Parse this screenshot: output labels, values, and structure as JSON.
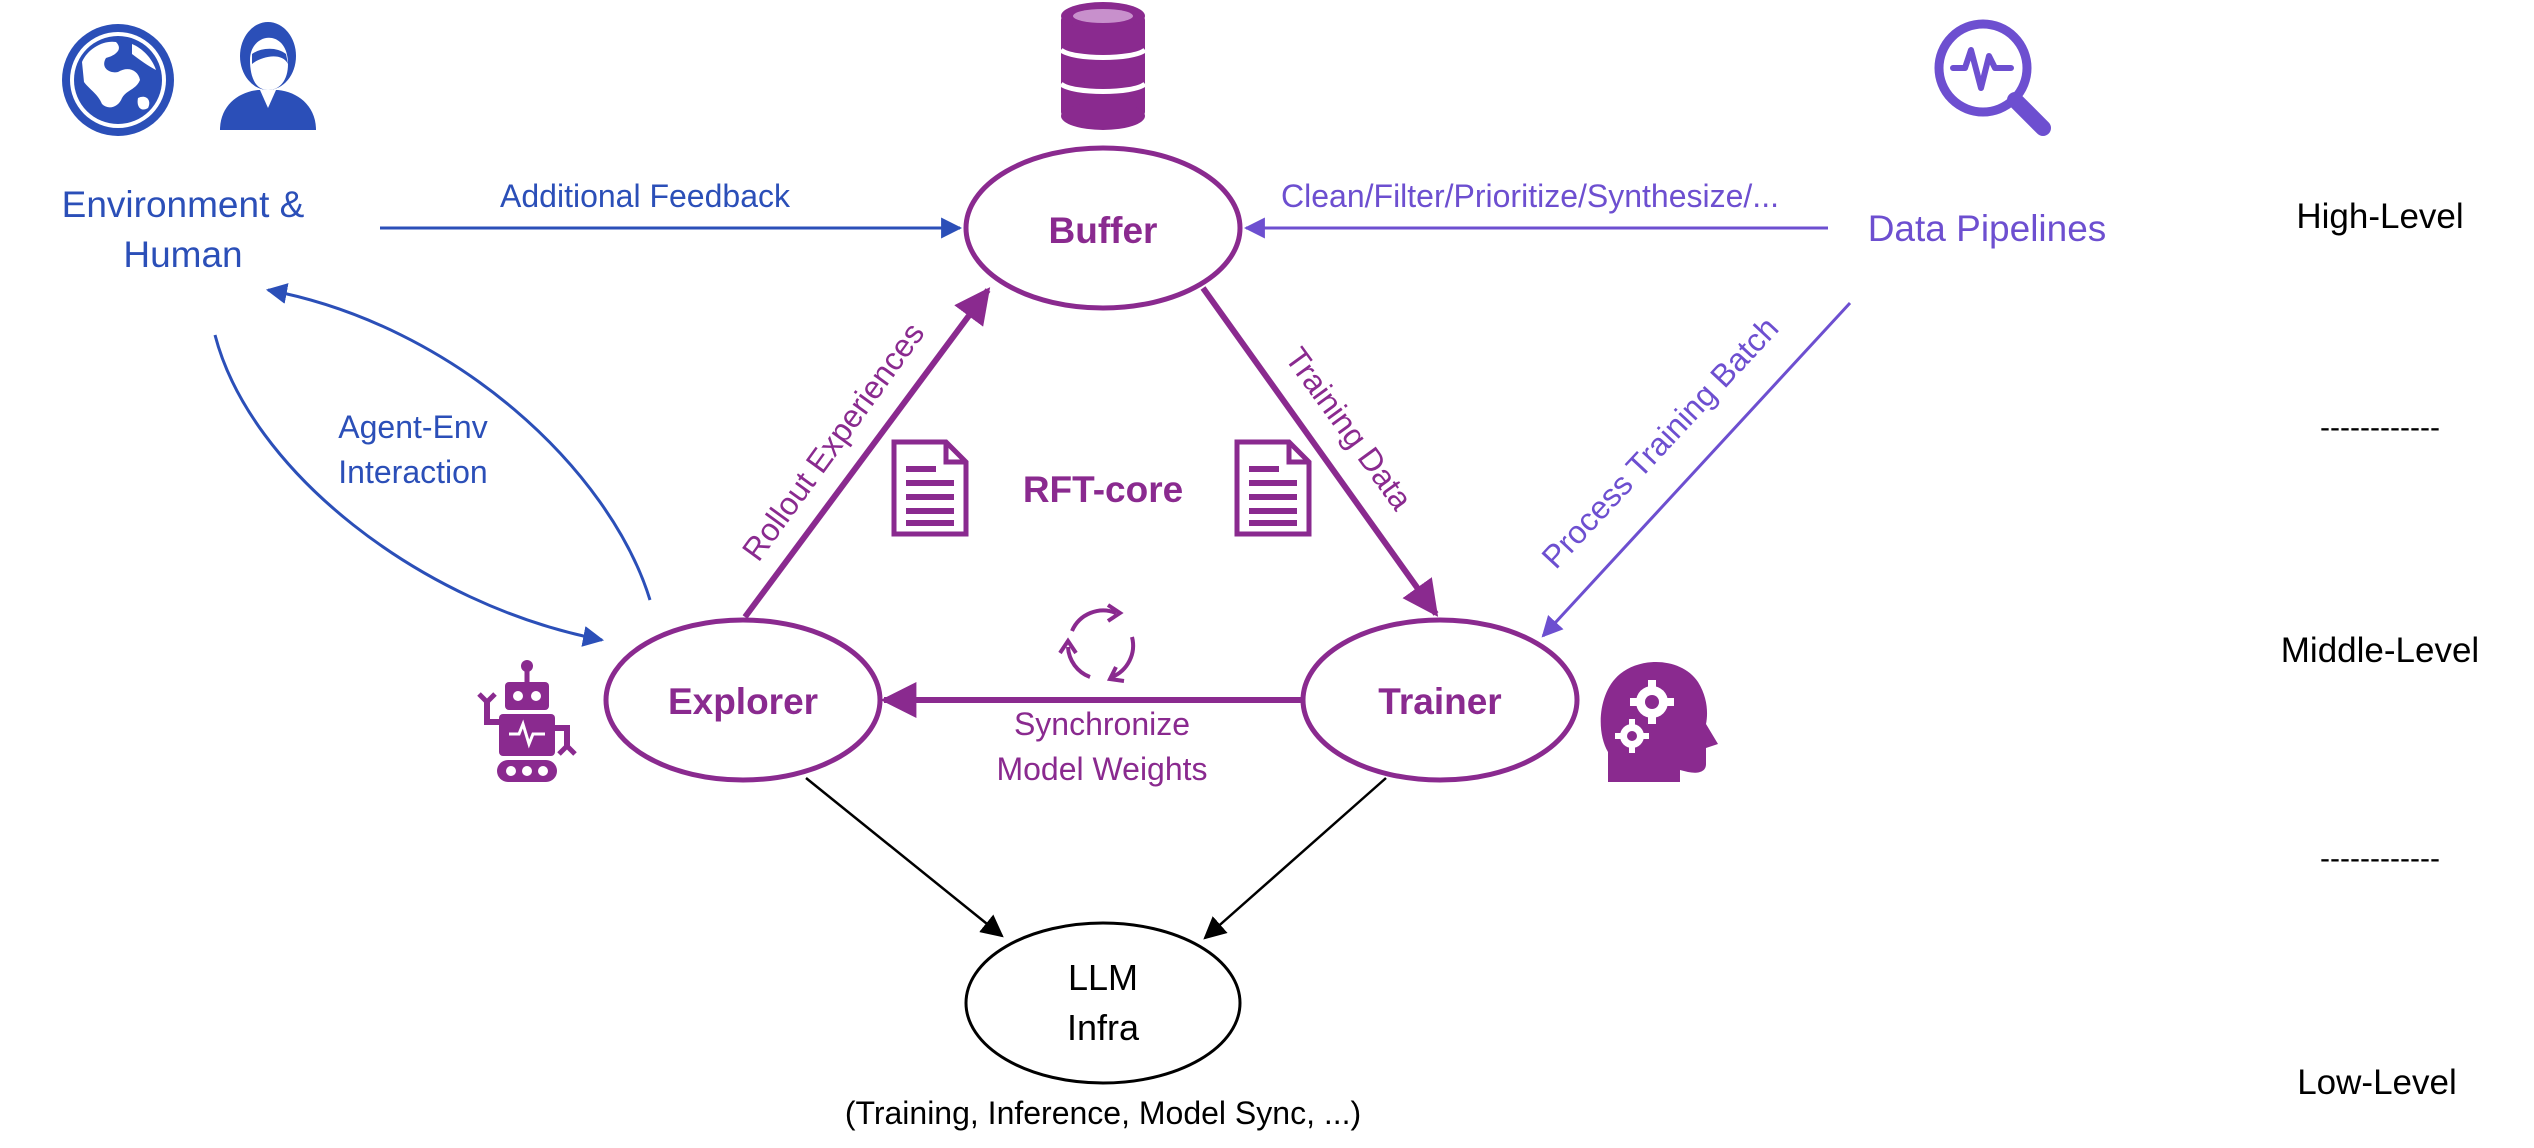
{
  "colors": {
    "blue": "#2b4fb8",
    "purple": "#8a2a8f",
    "lavender": "#6d4fd0",
    "black": "#000000"
  },
  "nodes": {
    "buffer": "Buffer",
    "explorer": "Explorer",
    "trainer": "Trainer",
    "llm_line1": "LLM",
    "llm_line2": "Infra",
    "llm_caption": "(Training, Inference, Model Sync, ...)",
    "rft_core": "RFT-core"
  },
  "actors": {
    "environment_line1": "Environment &",
    "environment_line2": "Human",
    "data_pipelines": "Data Pipelines"
  },
  "edges": {
    "additional_feedback": "Additional Feedback",
    "clean_filter": "Clean/Filter/Prioritize/Synthesize/...",
    "rollout_experiences": "Rollout Experiences",
    "training_data": "Training Data",
    "process_training_batch": "Process Training Batch",
    "agent_env_line1": "Agent-Env",
    "agent_env_line2": "Interaction",
    "synchronize_line1": "Synchronize",
    "synchronize_line2": "Model Weights"
  },
  "levels": {
    "high": "High-Level",
    "middle": "Middle-Level",
    "low": "Low-Level",
    "separator": "------------"
  },
  "icons": {
    "globe": "globe-icon",
    "person": "person-icon",
    "database": "database-icon",
    "analytics": "magnifier-waveform-icon",
    "document": "document-icon",
    "cycle": "refresh-cycle-icon",
    "robot": "robot-icon",
    "brain_gears": "head-gears-icon"
  }
}
